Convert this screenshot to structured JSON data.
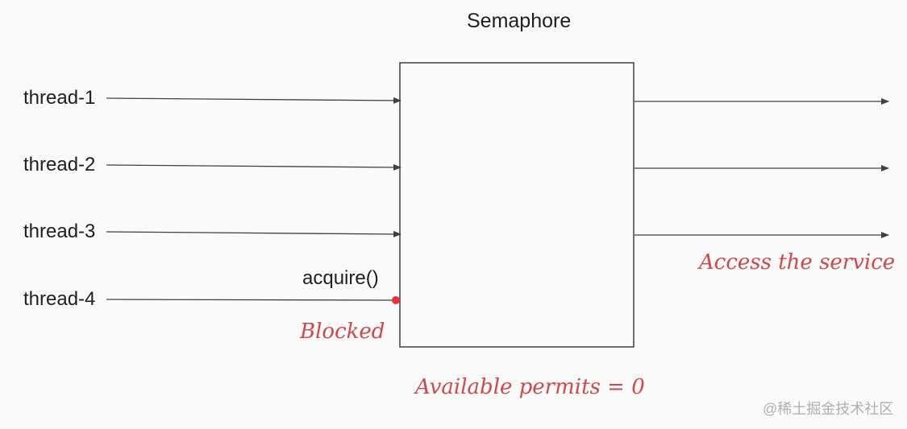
{
  "diagram": {
    "title": "Semaphore",
    "threads": [
      "thread-1",
      "thread-2",
      "thread-3",
      "thread-4"
    ],
    "acquire_label": "acquire()",
    "blocked_label": "Blocked",
    "access_label": "Access the service",
    "permits_label": "Available permits = 0",
    "colors": {
      "line": "#404040",
      "annotation": "#d24848",
      "box_border": "#404040"
    }
  },
  "watermark": "@稀土掘金技术社区"
}
